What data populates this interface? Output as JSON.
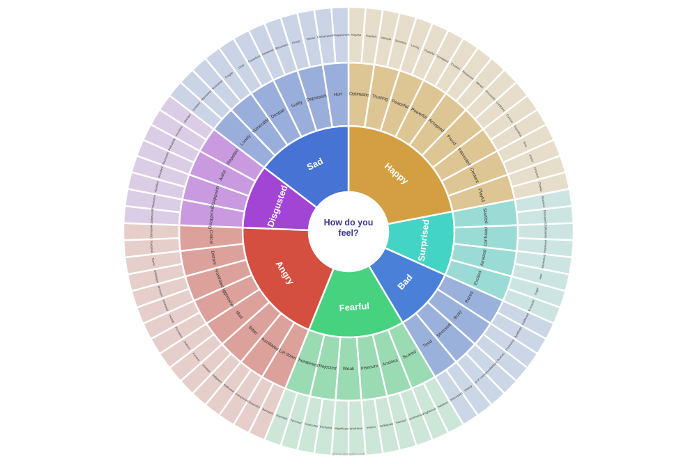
{
  "center_title": "How do you feel?",
  "watermark": "global-disruption.com",
  "feelings": [
    {
      "name": "Happy",
      "colors": [
        "#D49F42",
        "#DEC594",
        "#E7DDCB"
      ],
      "children": [
        {
          "name": "Optimistic",
          "children": [
            "Hopeful",
            "Inspired"
          ]
        },
        {
          "name": "Trusting",
          "children": [
            "Intimate",
            "Sensitive"
          ]
        },
        {
          "name": "Peaceful",
          "children": [
            "Loving",
            "Thankful"
          ]
        },
        {
          "name": "Powerful",
          "children": [
            "Courageous",
            "Creative"
          ]
        },
        {
          "name": "Accepted",
          "children": [
            "Respected",
            "Valued"
          ]
        },
        {
          "name": "Proud",
          "children": [
            "Successful",
            "Confident"
          ]
        },
        {
          "name": "Interested",
          "children": [
            "Curious",
            "Inquisitive"
          ]
        },
        {
          "name": "Content",
          "children": [
            "Free",
            "Joyful"
          ]
        },
        {
          "name": "Playful",
          "children": [
            "Aroused",
            "Cheeky"
          ]
        }
      ]
    },
    {
      "name": "Surprised",
      "colors": [
        "#44D4C6",
        "#9BDBD5",
        "#CCE5E2"
      ],
      "children": [
        {
          "name": "Startled",
          "children": [
            "Shocked",
            "Dismayed"
          ]
        },
        {
          "name": "Confused",
          "children": [
            "Disillusioned",
            "Perplexed"
          ]
        },
        {
          "name": "Amazed",
          "children": [
            "Astonished",
            "Awe"
          ]
        },
        {
          "name": "Excited",
          "children": [
            "Eager",
            "Energetic"
          ]
        }
      ]
    },
    {
      "name": "Bad",
      "colors": [
        "#4A80D8",
        "#9AB2DB",
        "#CBD6E6"
      ],
      "children": [
        {
          "name": "Bored",
          "children": [
            "Indifferent",
            "Apathetic"
          ]
        },
        {
          "name": "Busy",
          "children": [
            "Pressured",
            "Rushed"
          ]
        },
        {
          "name": "Stressed",
          "children": [
            "Overwhelmed",
            "Out of control"
          ]
        },
        {
          "name": "Tired",
          "children": [
            "Sleepy",
            "Unfocussed"
          ]
        }
      ]
    },
    {
      "name": "Fearful",
      "colors": [
        "#46D27F",
        "#9ADBB4",
        "#CCE6D8"
      ],
      "children": [
        {
          "name": "Scared",
          "children": [
            "Helpless",
            "Frightened"
          ]
        },
        {
          "name": "Anxious",
          "children": [
            "Overwhelmed",
            "Worried"
          ]
        },
        {
          "name": "Insecure",
          "children": [
            "Inadequate",
            "Inferior"
          ]
        },
        {
          "name": "Weak",
          "children": [
            "Worthless",
            "Insignificant"
          ]
        },
        {
          "name": "Rejected",
          "children": [
            "Excluded",
            "Persecuted"
          ]
        },
        {
          "name": "Threatened",
          "children": [
            "Nervous",
            "Exposed"
          ]
        }
      ]
    },
    {
      "name": "Angry",
      "colors": [
        "#D44F40",
        "#DBA19A",
        "#E6CECB"
      ],
      "children": [
        {
          "name": "Let down",
          "children": [
            "Betrayed",
            "Resentful"
          ]
        },
        {
          "name": "Humiliated",
          "children": [
            "Disrespected",
            "Ridiculed"
          ]
        },
        {
          "name": "Bitter",
          "children": [
            "Indignant",
            "Violated"
          ]
        },
        {
          "name": "Mad",
          "children": [
            "Furious",
            "Jealous"
          ]
        },
        {
          "name": "Aggressive",
          "children": [
            "Provoked",
            "Hostile"
          ]
        },
        {
          "name": "Frustrated",
          "children": [
            "Infuriated",
            "Annoyed"
          ]
        },
        {
          "name": "Distant",
          "children": [
            "Withdrawn",
            "Numb"
          ]
        },
        {
          "name": "Critical",
          "children": [
            "Sceptical",
            "Dismissive"
          ]
        }
      ]
    },
    {
      "name": "Disgusted",
      "colors": [
        "#A244D4",
        "#C99AE0",
        "#DCCDE6"
      ],
      "children": [
        {
          "name": "Disapproving",
          "children": [
            "Judgmental",
            "Embarrassed"
          ]
        },
        {
          "name": "Disappointed",
          "children": [
            "Appalled",
            "Revolted"
          ]
        },
        {
          "name": "Awful",
          "children": [
            "Nauseated",
            "Detestable"
          ]
        },
        {
          "name": "Repelled",
          "children": [
            "Horrified",
            "Hesitant"
          ]
        }
      ]
    },
    {
      "name": "Sad",
      "colors": [
        "#4673D4",
        "#9AAEDB",
        "#CBD4E6"
      ],
      "children": [
        {
          "name": "Lonely",
          "children": [
            "Isolated",
            "Abandoned"
          ]
        },
        {
          "name": "Vulnerable",
          "children": [
            "Victimised",
            "Fragile"
          ]
        },
        {
          "name": "Despair",
          "children": [
            "Grief",
            "Powerless"
          ]
        },
        {
          "name": "Guilty",
          "children": [
            "Ashamed",
            "Remorseful"
          ]
        },
        {
          "name": "Depressed",
          "children": [
            "Empty",
            "Inferior"
          ]
        },
        {
          "name": "Hurt",
          "children": [
            "Embarrassed",
            "Disappointed"
          ]
        }
      ]
    }
  ]
}
